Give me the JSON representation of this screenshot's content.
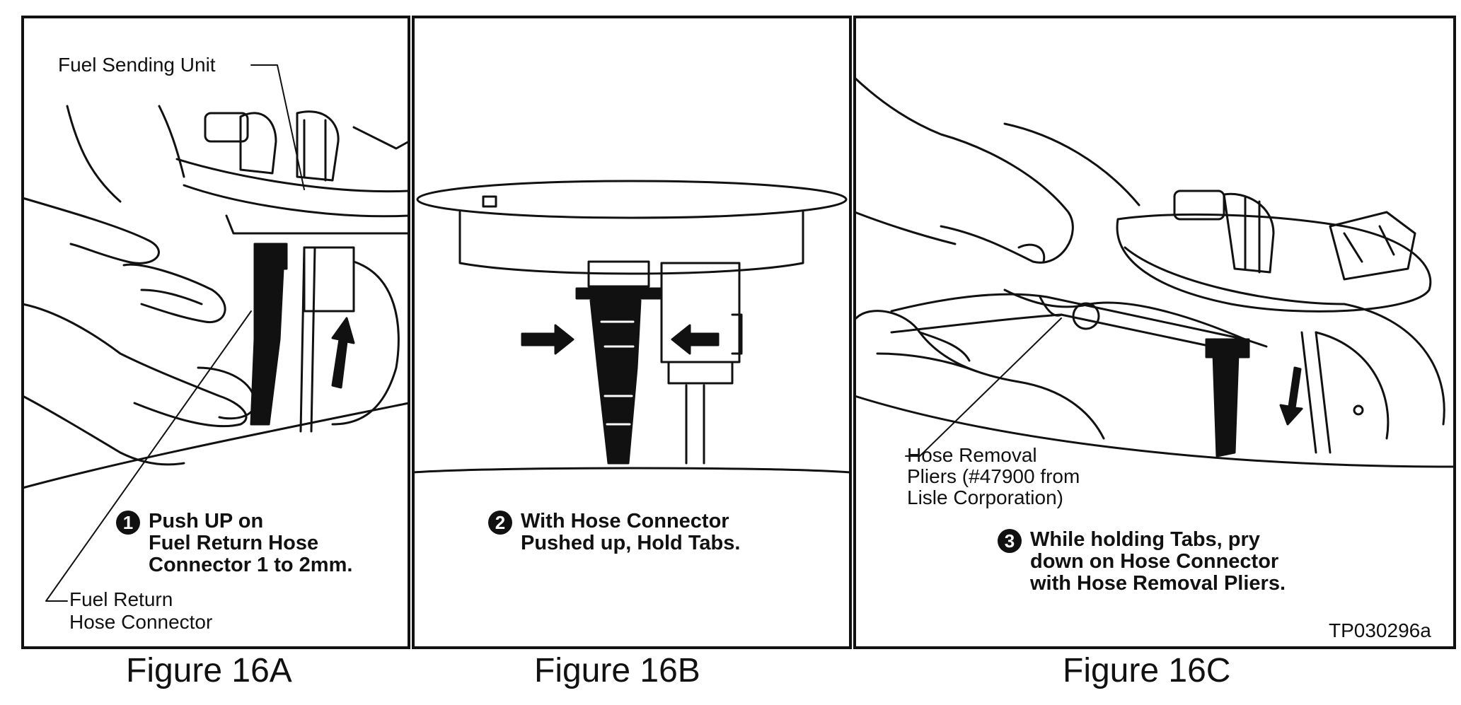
{
  "panels": [
    {
      "caption": "Figure 16A",
      "labels": {
        "sending_unit": "Fuel Sending Unit",
        "return_connector_1": "Fuel Return",
        "return_connector_2": "Hose Connector"
      },
      "step": {
        "number": "1",
        "lines": [
          "Push UP on",
          "Fuel Return Hose",
          "Connector 1 to 2mm."
        ]
      }
    },
    {
      "caption": "Figure 16B",
      "step": {
        "number": "2",
        "lines": [
          "With Hose Connector",
          "Pushed up, Hold Tabs."
        ]
      }
    },
    {
      "caption": "Figure 16C",
      "labels": {
        "pliers_1": "Hose Removal",
        "pliers_2": "Pliers (#47900 from",
        "pliers_3": "Lisle Corporation)"
      },
      "step": {
        "number": "3",
        "lines": [
          "While holding Tabs, pry",
          "down on Hose Connector",
          "with Hose Removal Pliers."
        ]
      },
      "code": "TP030296a"
    }
  ]
}
